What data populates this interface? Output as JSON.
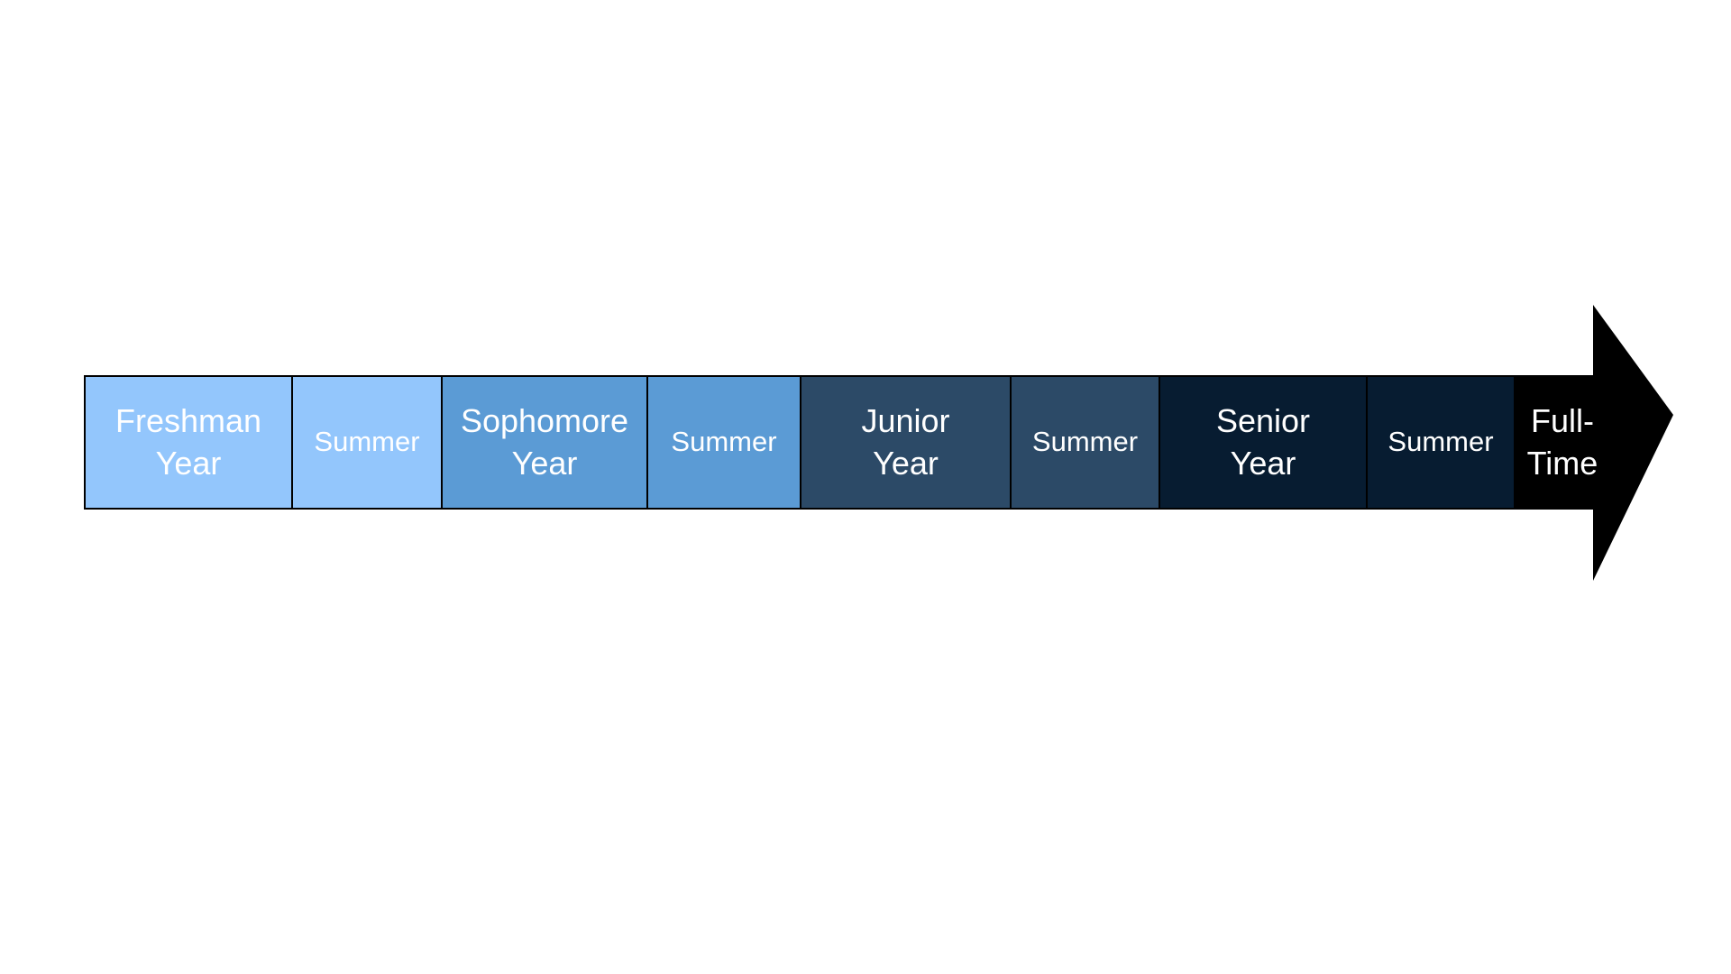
{
  "timeline": {
    "segments": [
      {
        "label": "Freshman\nYear",
        "kind": "year",
        "color": "#93c6fc"
      },
      {
        "label": "Summer",
        "kind": "summer",
        "color": "#93c6fc"
      },
      {
        "label": "Sophomore\nYear",
        "kind": "year",
        "color": "#5b9bd5"
      },
      {
        "label": "Summer",
        "kind": "summer",
        "color": "#5b9bd5"
      },
      {
        "label": "Junior\nYear",
        "kind": "year",
        "color": "#2c4a67"
      },
      {
        "label": "Summer",
        "kind": "summer",
        "color": "#2c4a67"
      },
      {
        "label": "Senior\nYear",
        "kind": "year",
        "color": "#071c31"
      },
      {
        "label": "Summer",
        "kind": "summer",
        "color": "#071c31"
      }
    ],
    "arrow": {
      "label": "Full-\nTime",
      "color": "#000000"
    }
  }
}
